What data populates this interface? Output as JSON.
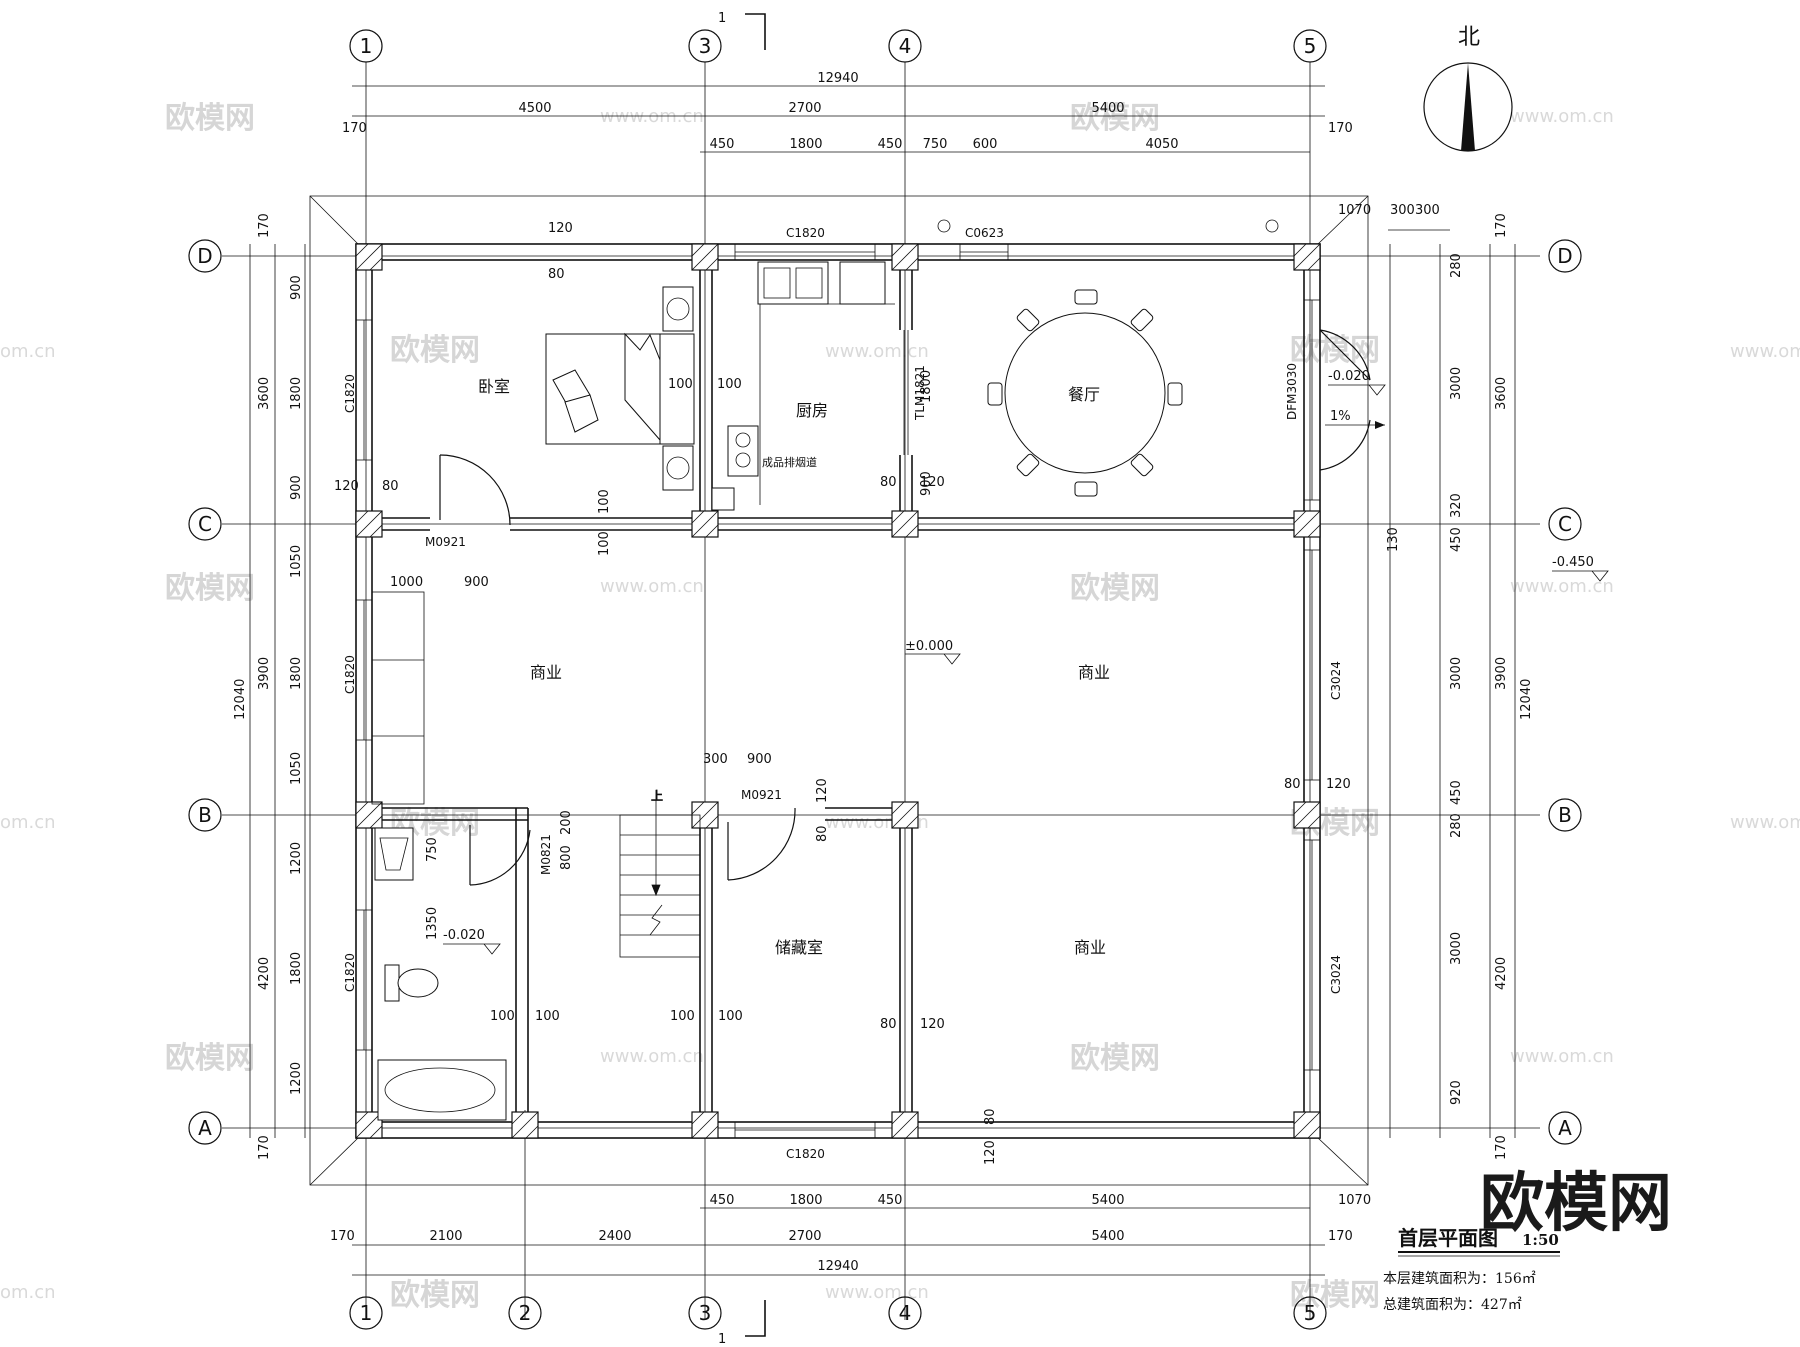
{
  "drawing": {
    "title": "首层平面图",
    "scale": "1:50",
    "floor_area": "本层建筑面积为：156㎡",
    "total_area": "总建筑面积为：427㎡",
    "north_label": "北",
    "section_mark": "1"
  },
  "axes": {
    "vertical": [
      "1",
      "3",
      "4",
      "5"
    ],
    "vertical_bottom": [
      "1",
      "2",
      "3",
      "4",
      "5"
    ],
    "horizontal": [
      "D",
      "C",
      "B",
      "A"
    ]
  },
  "rooms": {
    "bedroom": "卧室",
    "kitchen": "厨房",
    "dining": "餐厅",
    "commercial": "商业",
    "storage": "储藏室",
    "flue": "成品排烟道",
    "stair_up": "上"
  },
  "openings": {
    "c1820": "C1820",
    "c0623": "C0623",
    "m0921": "M0921",
    "m0821": "M0821",
    "tlm1821": "TLM1821",
    "dfm3030": "DFM3030",
    "c3024": "C3024"
  },
  "levels": {
    "ground": "±0.000",
    "minus020": "-0.020",
    "minus450": "-0.450",
    "slope": "1%"
  },
  "dims": {
    "total": "12940",
    "top_row": [
      "170",
      "4500",
      "2700",
      "5400",
      "170"
    ],
    "top_row2": [
      "450",
      "1800",
      "450",
      "750",
      "600",
      "4050"
    ],
    "top_small": [
      "1070",
      "300",
      "300",
      "120",
      "80"
    ],
    "bottom_row2": [
      "450",
      "1800",
      "450",
      "5400",
      "1070"
    ],
    "bottom_row": [
      "170",
      "2100",
      "2400",
      "2700",
      "5400",
      "170"
    ],
    "left_outer": [
      "170",
      "3600",
      "3900",
      "4200",
      "170",
      "12040"
    ],
    "left_inner": [
      "900",
      "1800",
      "900",
      "1050",
      "1800",
      "1050",
      "1200",
      "1800",
      "1200"
    ],
    "right_outer": [
      "170",
      "3600",
      "3900",
      "4200",
      "170",
      "12040"
    ],
    "right_inner": [
      "280",
      "3000",
      "320",
      "450",
      "3000",
      "450",
      "280",
      "3000",
      "920",
      "130"
    ],
    "misc": [
      "100",
      "80",
      "120",
      "1000",
      "900",
      "300",
      "200",
      "800",
      "750",
      "1350",
      "1800",
      "900"
    ]
  },
  "watermark": {
    "logo": "欧模网",
    "url": "www.om.cn",
    "url_short": "om.cn"
  }
}
